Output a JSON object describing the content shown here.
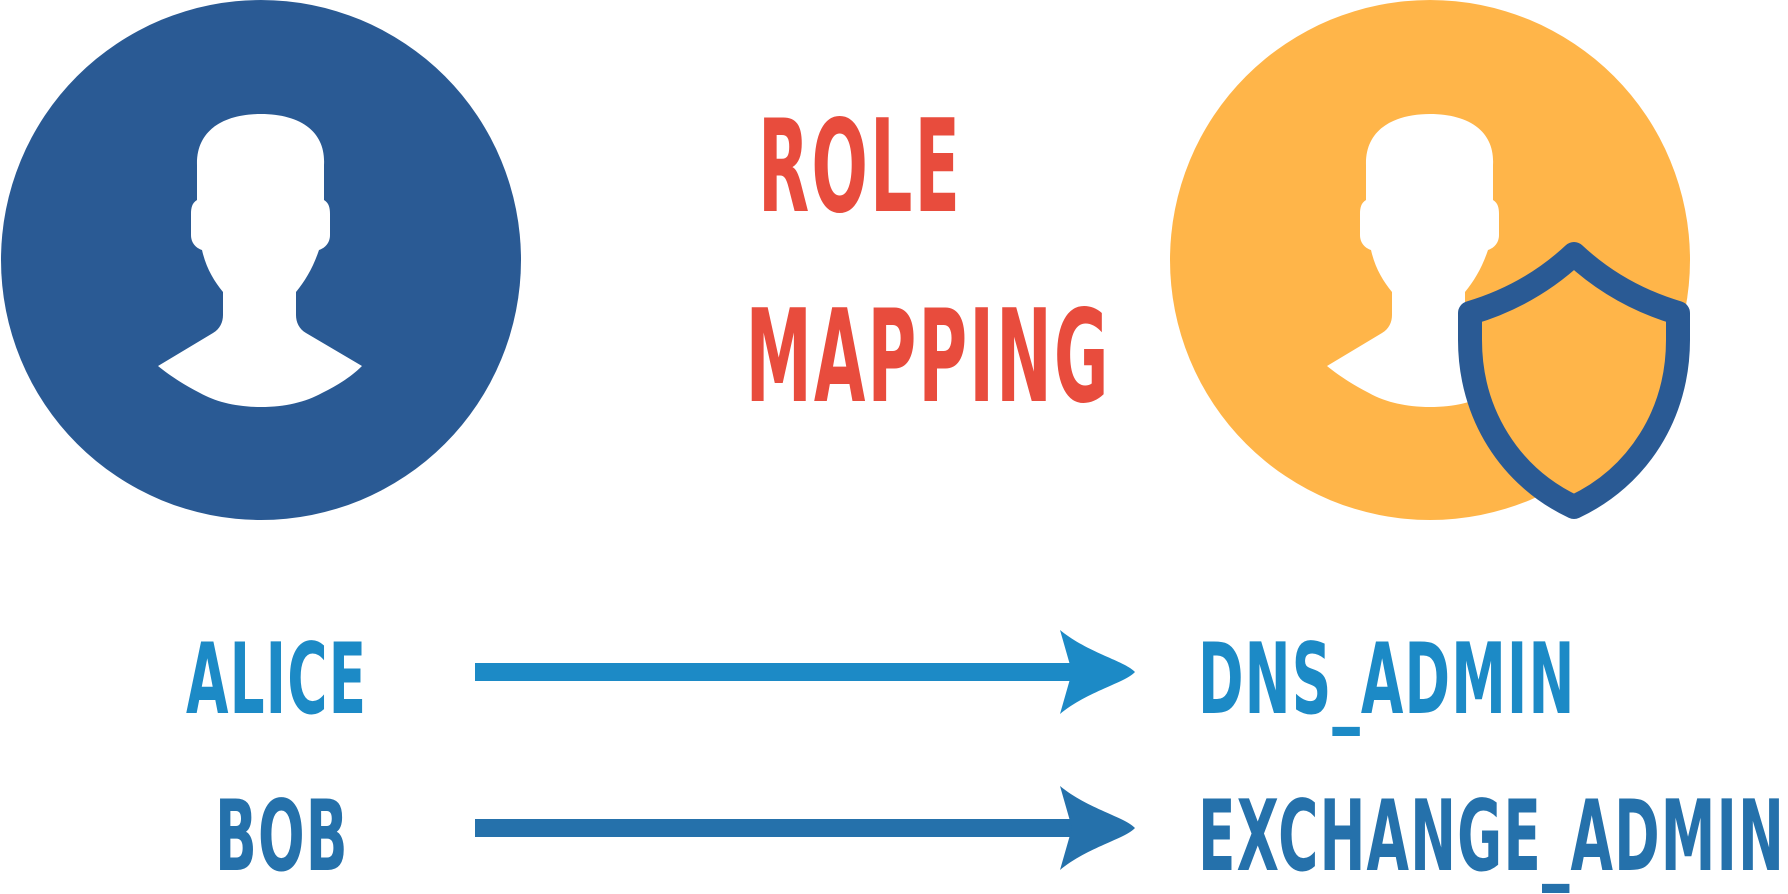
{
  "title": {
    "line1": "ROLE",
    "line2": "MAPPING"
  },
  "colors": {
    "user_circle": "#2a5a94",
    "admin_circle": "#ffb549",
    "silhouette": "#ffffff",
    "shield": "#2a5a94",
    "title": "#e84c3d",
    "mapping_1": "#1c8ac6",
    "mapping_2": "#2571ab"
  },
  "icons": {
    "user": "user-silhouette-icon",
    "admin": "user-shield-icon"
  },
  "mappings": [
    {
      "user": "ALICE",
      "role": "DNS_ADMIN"
    },
    {
      "user": "BOB",
      "role": "EXCHANGE_ADMIN"
    }
  ]
}
